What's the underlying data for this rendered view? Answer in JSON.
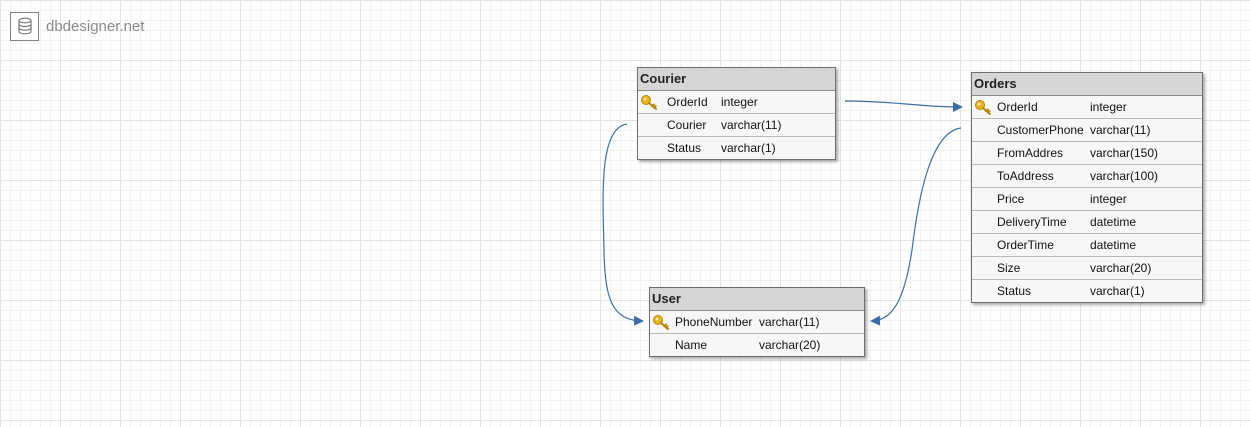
{
  "logo": {
    "text": "dbdesigner.net",
    "icon": "database-icon"
  },
  "colors": {
    "link": "#3a6fa5",
    "header": "#d6d6d6",
    "key": "#e7b520"
  },
  "tables": {
    "courier": {
      "name": "Courier",
      "columns": [
        {
          "name": "OrderId",
          "type": "integer",
          "pk": true
        },
        {
          "name": "Courier",
          "type": "varchar(11)",
          "pk": false
        },
        {
          "name": "Status",
          "type": "varchar(1)",
          "pk": false
        }
      ]
    },
    "orders": {
      "name": "Orders",
      "columns": [
        {
          "name": "OrderId",
          "type": "integer",
          "pk": true
        },
        {
          "name": "CustomerPhone",
          "type": "varchar(11)",
          "pk": false
        },
        {
          "name": "FromAddres",
          "type": "varchar(150)",
          "pk": false
        },
        {
          "name": "ToAddress",
          "type": "varchar(100)",
          "pk": false
        },
        {
          "name": "Price",
          "type": "integer",
          "pk": false
        },
        {
          "name": "DeliveryTime",
          "type": "datetime",
          "pk": false
        },
        {
          "name": "OrderTime",
          "type": "datetime",
          "pk": false
        },
        {
          "name": "Size",
          "type": "varchar(20)",
          "pk": false
        },
        {
          "name": "Status",
          "type": "varchar(1)",
          "pk": false
        }
      ]
    },
    "user": {
      "name": "User",
      "columns": [
        {
          "name": "PhoneNumber",
          "type": "varchar(11)",
          "pk": true
        },
        {
          "name": "Name",
          "type": "varchar(20)",
          "pk": false
        }
      ]
    }
  }
}
